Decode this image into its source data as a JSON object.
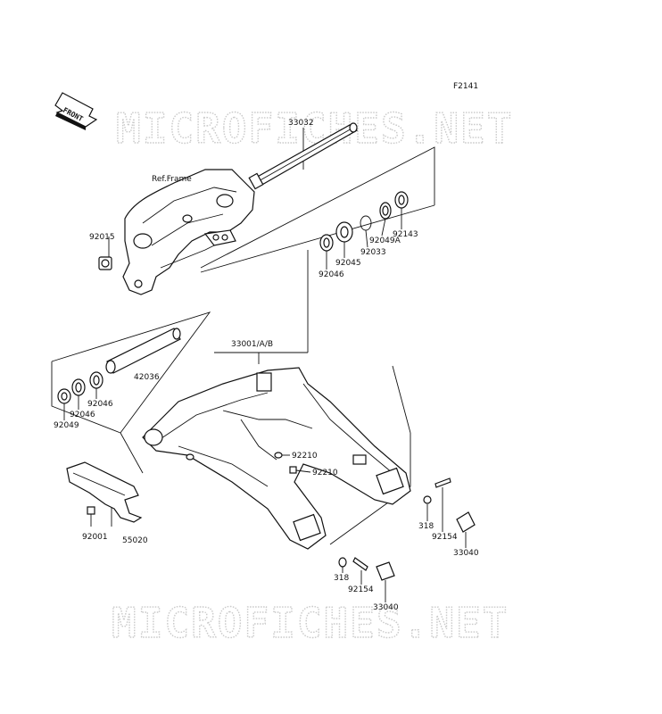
{
  "diagram_code": "F2141",
  "front_label": "FRONT",
  "watermarks": [
    "MICROFICHES.NET",
    "MICROFICHES.NET"
  ],
  "ref_frame_label": "Ref.Frame",
  "part_labels": {
    "axle": "33032",
    "nut_left": "92015",
    "cap_top": "92143",
    "seal_top": "92049A",
    "circlip": "92033",
    "bearing_a": "92045",
    "bearing_b": "92046",
    "swingarm": "33001/A/B",
    "collar": "42036",
    "bearing_left_1": "92046",
    "bearing_left_2": "92046",
    "seal_left": "92049",
    "bolt_upper": "92210",
    "bolt_lower": "92210",
    "guard": "55020",
    "guard_bolt": "92001",
    "nut_right_top": "318",
    "bolt_right_top": "92154",
    "adjuster_top": "33040",
    "nut_right_bottom": "318",
    "bolt_right_bottom": "92154",
    "adjuster_bottom": "33040"
  }
}
